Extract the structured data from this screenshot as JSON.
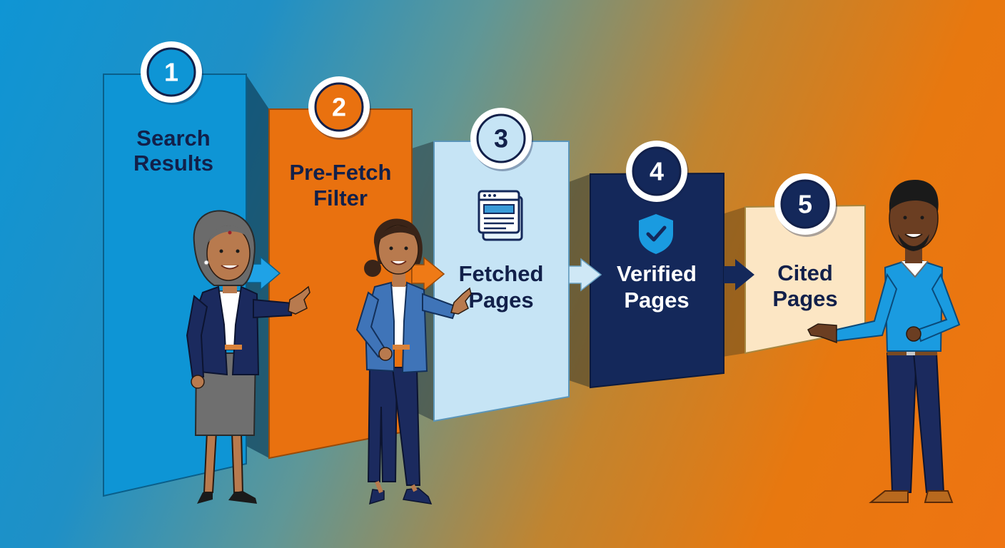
{
  "diagram": {
    "steps": [
      {
        "number": "1",
        "line1": "Search",
        "line2": "Results"
      },
      {
        "number": "2",
        "line1": "Pre-Fetch",
        "line2": "Filter"
      },
      {
        "number": "3",
        "line1": "Fetched",
        "line2": "Pages"
      },
      {
        "number": "4",
        "line1": "Verified",
        "line2": "Pages"
      },
      {
        "number": "5",
        "line1": "Cited",
        "line2": "Pages"
      }
    ],
    "colors": {
      "step1": "#0e95d5",
      "step2": "#e9710f",
      "step3": "#c6e4f5",
      "step4": "#14285a",
      "step5": "#fce6c4",
      "outline": "#12204a"
    },
    "icons": [
      "browser-window-icon",
      "shield-check-icon"
    ]
  }
}
